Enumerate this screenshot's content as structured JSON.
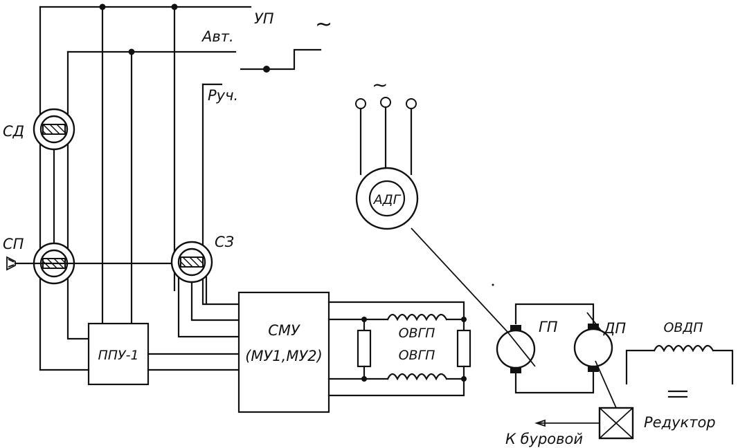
{
  "labels": {
    "up": "УП",
    "ac_top": "~",
    "auto": "Авт.",
    "manual": "Руч.",
    "sd": "СД",
    "sp": "СП",
    "sz": "СЗ",
    "ac_motor": "~",
    "adg": "АДГ",
    "ppu": "ППУ-1",
    "smu_line1": "СМУ",
    "smu_line2": "(МУ1,МУ2)",
    "ovgp1": "ОВГП",
    "ovgp2": "ОВГП",
    "gp": "ГП",
    "dp": "ДП",
    "ovdp": "ОВДП",
    "dc": "=",
    "reducer": "Редуктор",
    "to_rig": "К буровой"
  }
}
